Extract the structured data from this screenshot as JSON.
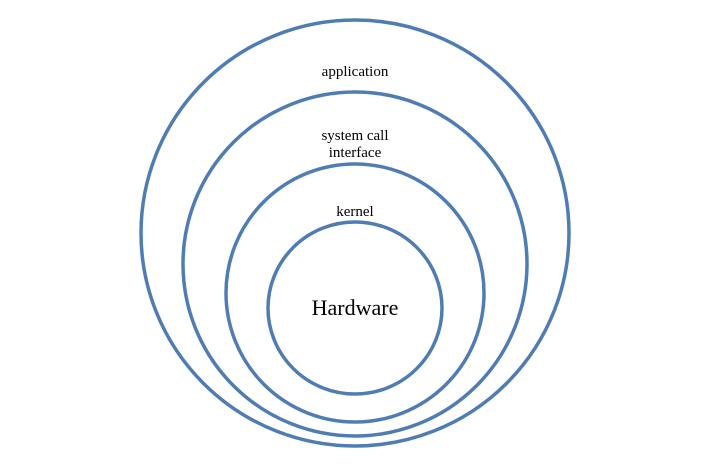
{
  "diagram": {
    "layers": [
      {
        "id": "application",
        "lines": [
          "application"
        ]
      },
      {
        "id": "system-call-interface",
        "lines": [
          "system call",
          "interface"
        ]
      },
      {
        "id": "kernel",
        "lines": [
          "kernel"
        ]
      },
      {
        "id": "hardware",
        "lines": [
          "Hardware"
        ]
      }
    ],
    "ring_color": "#4f7db3",
    "text_color": "#000000",
    "background": "#ffffff"
  }
}
